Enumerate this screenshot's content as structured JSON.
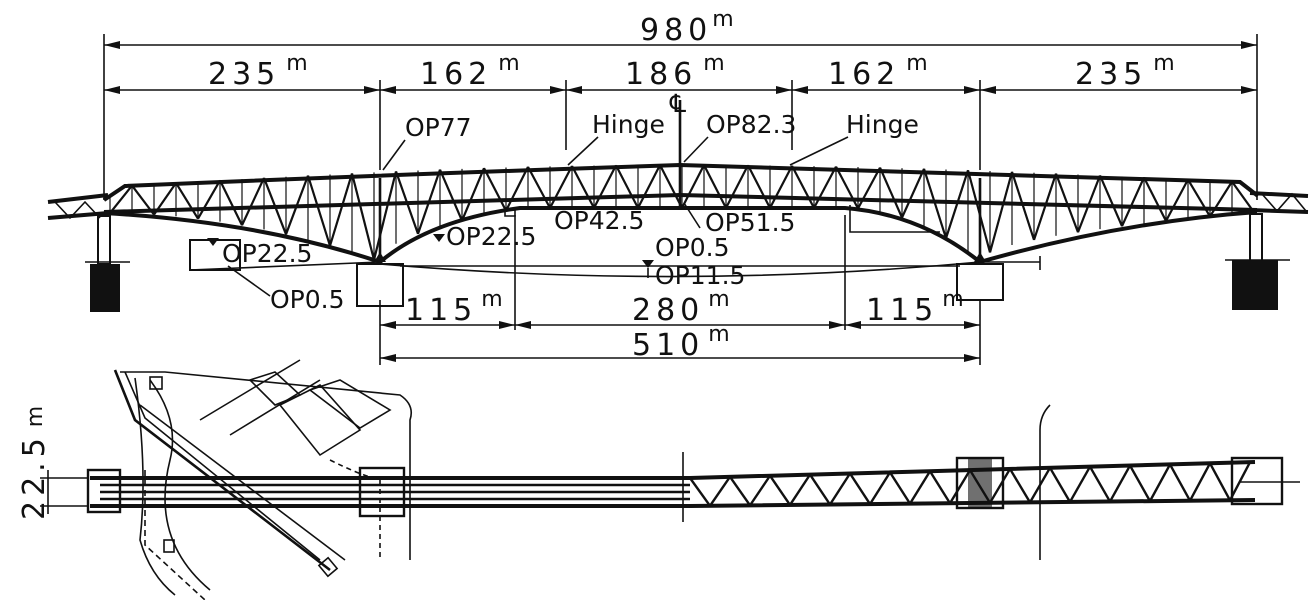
{
  "dimensions": {
    "total": "980",
    "span_side": "235",
    "span_mid": "162",
    "span_center": "186",
    "span_side_right": "162",
    "span_side_far": "235",
    "anchor_left": "115",
    "suspended": "280",
    "anchor_right": "115",
    "main": "510",
    "width": "22.5",
    "unit": "m"
  },
  "labels": {
    "centerline": "℄",
    "op77": "OP77",
    "hinge_left": "Hinge",
    "op823": "OP82.3",
    "hinge_right": "Hinge",
    "op225_left": "OP22.5",
    "op225_mid": "OP22.5",
    "op425": "OP42.5",
    "op515": "OP51.5",
    "op05_mid": "OP0.5",
    "op115": "OP11.5",
    "op05_left": "OP0.5"
  },
  "colors": {
    "ink": "#111111",
    "paper": "#ffffff"
  }
}
